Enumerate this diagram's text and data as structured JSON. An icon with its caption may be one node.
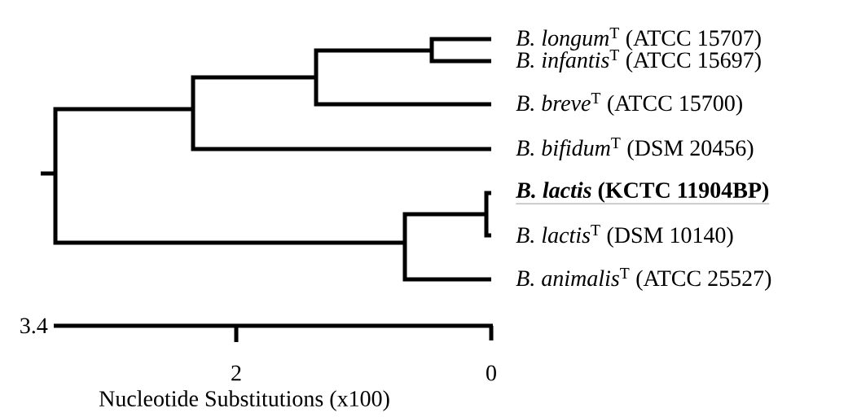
{
  "diagram": {
    "labels": [
      "*B. longum*$^{T}$ (ATCC 15707)",
      "*B. infantis*$^{T}$ (ATCC 15697)",
      "*B. breve*$^{T}$ (ATCC 15700)",
      "*B. bifidum*$^{T}$ (DSM 20456)",
      "*B. lactis* (KCTC 11904BP)",
      "*B. lactis*$^{T}$ (DSM 10140)",
      "*B. animalis*$^{T}$ (ATCC 25527)",
      "3.4",
      "2",
      "0",
      "Nucleotide Substitutions (x100)"
    ]
  }
}
